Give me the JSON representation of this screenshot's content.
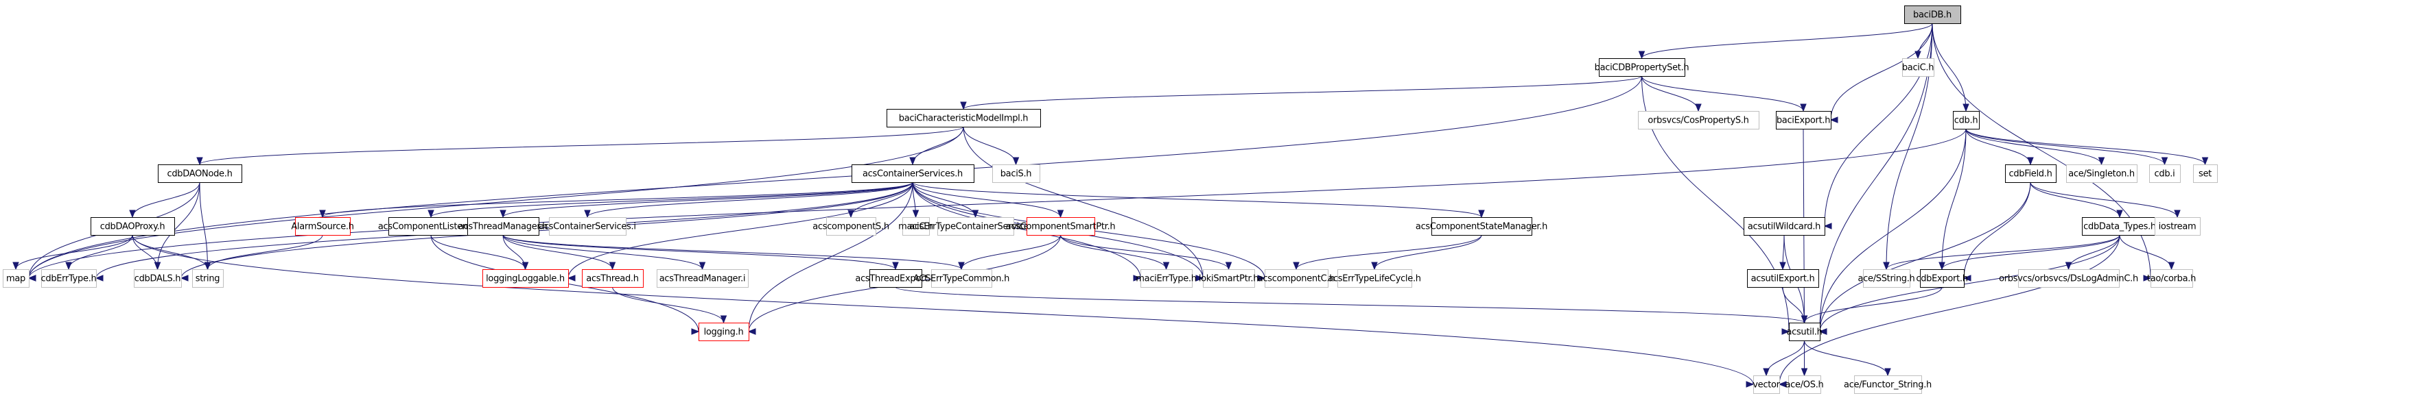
{
  "title": "baciDB.h include dependency graph",
  "colors": {
    "edge": "#191970",
    "root_fill": "#bfbfbf",
    "documented_border": "#000000",
    "undocumented_border": "#bfbfbf",
    "truncated_border": "#ff0000"
  },
  "nodes": [
    {
      "id": "baciDB",
      "label": "baciDB.h",
      "kind": "root"
    },
    {
      "id": "baciCDBPropertySet",
      "label": "baciCDBPropertySet.h",
      "kind": "documented"
    },
    {
      "id": "baciC",
      "label": "baciC.h",
      "kind": "external"
    },
    {
      "id": "baciCharacteristicModelImpl",
      "label": "baciCharacteristicModelImpl.h",
      "kind": "documented"
    },
    {
      "id": "CosPropertyS",
      "label": "orbsvcs/CosPropertyS.h",
      "kind": "external"
    },
    {
      "id": "baciExport",
      "label": "baciExport.h",
      "kind": "documented"
    },
    {
      "id": "cdb",
      "label": "cdb.h",
      "kind": "documented"
    },
    {
      "id": "cdbDAONode",
      "label": "cdbDAONode.h",
      "kind": "documented"
    },
    {
      "id": "acsContainerServices",
      "label": "acsContainerServices.h",
      "kind": "documented"
    },
    {
      "id": "baciS",
      "label": "baciS.h",
      "kind": "external"
    },
    {
      "id": "cdbField",
      "label": "cdbField.h",
      "kind": "documented"
    },
    {
      "id": "aceSingleton",
      "label": "ace/Singleton.h",
      "kind": "external"
    },
    {
      "id": "cdbi",
      "label": "cdb.i",
      "kind": "external"
    },
    {
      "id": "set",
      "label": "set",
      "kind": "external"
    },
    {
      "id": "cdbDAOProxy",
      "label": "cdbDAOProxy.h",
      "kind": "documented"
    },
    {
      "id": "AlarmSource",
      "label": "AlarmSource.h",
      "kind": "truncated"
    },
    {
      "id": "acsComponentListener",
      "label": "acsComponentListener.h",
      "kind": "documented"
    },
    {
      "id": "acsThreadManager",
      "label": "acsThreadManager.h",
      "kind": "documented"
    },
    {
      "id": "acsContainerServicesI",
      "label": "acsContainerServices.i",
      "kind": "external"
    },
    {
      "id": "acscomponentS",
      "label": "acscomponentS.h",
      "kind": "external"
    },
    {
      "id": "maciC",
      "label": "maciC.h",
      "kind": "external"
    },
    {
      "id": "acsErrTypeContainerServices",
      "label": "acsErrTypeContainerServices.h",
      "kind": "external"
    },
    {
      "id": "acsComponentSmartPtr",
      "label": "acsComponentSmartPtr.h",
      "kind": "truncated"
    },
    {
      "id": "acsComponentStateManager",
      "label": "acsComponentStateManager.h",
      "kind": "documented"
    },
    {
      "id": "acsutilWildcard",
      "label": "acsutilWildcard.h",
      "kind": "documented"
    },
    {
      "id": "cdbDataTypes",
      "label": "cdbData_Types.h",
      "kind": "documented"
    },
    {
      "id": "iostream",
      "label": "iostream",
      "kind": "external"
    },
    {
      "id": "map",
      "label": "map",
      "kind": "external"
    },
    {
      "id": "cdbErrType",
      "label": "cdbErrType.h",
      "kind": "external"
    },
    {
      "id": "cdbDALS",
      "label": "cdbDALS.h",
      "kind": "external"
    },
    {
      "id": "string",
      "label": "string",
      "kind": "external"
    },
    {
      "id": "loggingLoggable",
      "label": "loggingLoggable.h",
      "kind": "truncated"
    },
    {
      "id": "acsThread",
      "label": "acsThread.h",
      "kind": "truncated"
    },
    {
      "id": "acsThreadManagerI",
      "label": "acsThreadManager.i",
      "kind": "external"
    },
    {
      "id": "acsThreadExport",
      "label": "acsThreadExport.h",
      "kind": "documented"
    },
    {
      "id": "ACSErrTypeCommon",
      "label": "ACSErrTypeCommon.h",
      "kind": "external"
    },
    {
      "id": "maciErrType",
      "label": "maciErrType.h",
      "kind": "external"
    },
    {
      "id": "lokiSmartPtr",
      "label": "lokiSmartPtr.h",
      "kind": "external"
    },
    {
      "id": "acscomponentC",
      "label": "acscomponentC.h",
      "kind": "external"
    },
    {
      "id": "acsErrTypeLifeCycle",
      "label": "acsErrTypeLifeCycle.h",
      "kind": "external"
    },
    {
      "id": "acsutilExport",
      "label": "acsutilExport.h",
      "kind": "documented"
    },
    {
      "id": "aceSString",
      "label": "ace/SString.h",
      "kind": "external"
    },
    {
      "id": "cdbExport",
      "label": "cdbExport.h",
      "kind": "documented"
    },
    {
      "id": "DsLogAdminC",
      "label": "orbsvcs/orbsvcs/DsLogAdminC.h",
      "kind": "external"
    },
    {
      "id": "taoCorba",
      "label": "tao/corba.h",
      "kind": "external"
    },
    {
      "id": "logging",
      "label": "logging.h",
      "kind": "truncated"
    },
    {
      "id": "acsutil",
      "label": "acsutil.h",
      "kind": "documented"
    },
    {
      "id": "vector",
      "label": "vector",
      "kind": "external"
    },
    {
      "id": "aceOS",
      "label": "ace/OS.h",
      "kind": "external"
    },
    {
      "id": "aceFunctorString",
      "label": "ace/Functor_String.h",
      "kind": "external"
    }
  ],
  "edges": [
    [
      "baciDB",
      "baciCDBPropertySet"
    ],
    [
      "baciDB",
      "baciC"
    ],
    [
      "baciDB",
      "cdb"
    ],
    [
      "baciDB",
      "baciExport"
    ],
    [
      "baciDB",
      "acsutilWildcard"
    ],
    [
      "baciDB",
      "aceSString"
    ],
    [
      "baciDB",
      "taoCorba"
    ],
    [
      "baciDB",
      "acsutil"
    ],
    [
      "baciCDBPropertySet",
      "baciCharacteristicModelImpl"
    ],
    [
      "baciCDBPropertySet",
      "CosPropertyS"
    ],
    [
      "baciCDBPropertySet",
      "baciExport"
    ],
    [
      "baciCDBPropertySet",
      "map"
    ],
    [
      "baciCDBPropertySet",
      "acsutil"
    ],
    [
      "baciCharacteristicModelImpl",
      "acsContainerServices"
    ],
    [
      "baciCharacteristicModelImpl",
      "baciS"
    ],
    [
      "baciCharacteristicModelImpl",
      "cdbDAONode"
    ],
    [
      "baciCharacteristicModelImpl",
      "map"
    ],
    [
      "baciCharacteristicModelImpl",
      "lokiSmartPtr"
    ],
    [
      "baciExport",
      "acsutil"
    ],
    [
      "cdb",
      "cdbField"
    ],
    [
      "cdb",
      "aceSingleton"
    ],
    [
      "cdb",
      "cdbi"
    ],
    [
      "cdb",
      "set"
    ],
    [
      "cdb",
      "cdbExport"
    ],
    [
      "cdb",
      "acsutil"
    ],
    [
      "cdb",
      "map"
    ],
    [
      "cdbDAONode",
      "cdbDAOProxy"
    ],
    [
      "cdbDAONode",
      "cdbDALS"
    ],
    [
      "cdbDAONode",
      "string"
    ],
    [
      "cdbDAONode",
      "map"
    ],
    [
      "cdbDAOProxy",
      "map"
    ],
    [
      "cdbDAOProxy",
      "cdbErrType"
    ],
    [
      "cdbDAOProxy",
      "cdbDALS"
    ],
    [
      "cdbDAOProxy",
      "string"
    ],
    [
      "cdbDAOProxy",
      "vector"
    ],
    [
      "acsContainerServices",
      "AlarmSource"
    ],
    [
      "acsContainerServices",
      "acsComponentListener"
    ],
    [
      "acsContainerServices",
      "acsThreadManager"
    ],
    [
      "acsContainerServices",
      "acsContainerServicesI"
    ],
    [
      "acsContainerServices",
      "acscomponentS"
    ],
    [
      "acsContainerServices",
      "maciC"
    ],
    [
      "acsContainerServices",
      "acsErrTypeContainerServices"
    ],
    [
      "acsContainerServices",
      "acsComponentSmartPtr"
    ],
    [
      "acsContainerServices",
      "acsComponentStateManager"
    ],
    [
      "acsContainerServices",
      "loggingLoggable"
    ],
    [
      "acsContainerServices",
      "logging"
    ],
    [
      "acsContainerServices",
      "maciErrType"
    ],
    [
      "acsContainerServices",
      "lokiSmartPtr"
    ],
    [
      "acsContainerServices",
      "acscomponentC"
    ],
    [
      "acsContainerServices",
      "cdbDALS"
    ],
    [
      "acsContainerServices",
      "cdbErrType"
    ],
    [
      "AlarmSource",
      "string"
    ],
    [
      "acsComponentListener",
      "loggingLoggable"
    ],
    [
      "acsComponentListener",
      "logging"
    ],
    [
      "acsThreadManager",
      "loggingLoggable"
    ],
    [
      "acsThreadManager",
      "acsThread"
    ],
    [
      "acsThreadManager",
      "acsThreadManagerI"
    ],
    [
      "acsThreadManager",
      "acsThreadExport"
    ],
    [
      "acsThreadManager",
      "ACSErrTypeCommon"
    ],
    [
      "acsThread",
      "logging"
    ],
    [
      "acsThreadExport",
      "acsutil"
    ],
    [
      "acsComponentSmartPtr",
      "ACSErrTypeCommon"
    ],
    [
      "acsComponentSmartPtr",
      "maciErrType"
    ],
    [
      "acsComponentSmartPtr",
      "lokiSmartPtr"
    ],
    [
      "acsComponentSmartPtr",
      "logging"
    ],
    [
      "acsComponentStateManager",
      "acscomponentC"
    ],
    [
      "acsComponentStateManager",
      "acsErrTypeLifeCycle"
    ],
    [
      "acsutilWildcard",
      "acsutilExport"
    ],
    [
      "acsutilWildcard",
      "acsutil"
    ],
    [
      "acsutilExport",
      "acsutil"
    ],
    [
      "cdbField",
      "cdbDataTypes"
    ],
    [
      "cdbField",
      "iostream"
    ],
    [
      "cdbField",
      "cdbExport"
    ],
    [
      "cdbField",
      "acsutil"
    ],
    [
      "cdbDataTypes",
      "aceSString"
    ],
    [
      "cdbDataTypes",
      "cdbExport"
    ],
    [
      "cdbDataTypes",
      "DsLogAdminC"
    ],
    [
      "cdbDataTypes",
      "taoCorba"
    ],
    [
      "cdbDataTypes",
      "acsutil"
    ],
    [
      "cdbDataTypes",
      "vector"
    ],
    [
      "cdbExport",
      "acsutil"
    ],
    [
      "acsutil",
      "vector"
    ],
    [
      "acsutil",
      "aceOS"
    ],
    [
      "acsutil",
      "aceFunctorString"
    ]
  ]
}
